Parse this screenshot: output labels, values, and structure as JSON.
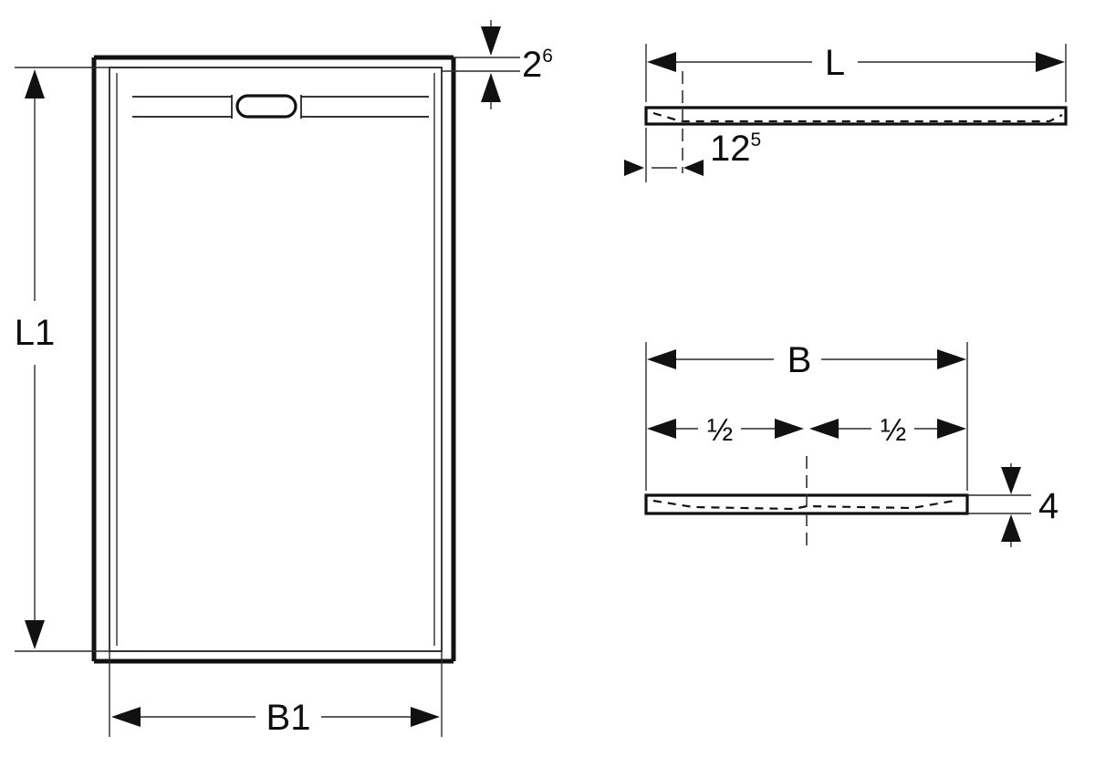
{
  "drawing": {
    "title": "Shower tray technical dimension drawing",
    "background_color": "#ffffff",
    "line_color": "#111111",
    "views": [
      {
        "id": "plan-view",
        "name": "top-plan-view",
        "labels": [
          "L1",
          "B1",
          "2",
          "6"
        ]
      },
      {
        "id": "side-elevation",
        "name": "side-elevation-view",
        "labels": [
          "L",
          "12",
          "5"
        ]
      },
      {
        "id": "front-elevation",
        "name": "front-elevation-view",
        "labels": [
          "B",
          "½",
          "½",
          "4"
        ]
      }
    ]
  },
  "dimensions": {
    "plan_height": "L1",
    "plan_width": "B1",
    "rim_height_value": "2",
    "rim_height_sup": "6",
    "side_length": "L",
    "drain_offset_value": "12",
    "drain_offset_sup": "5",
    "front_width": "B",
    "half_left": "½",
    "half_right": "½",
    "thickness": "4"
  },
  "icons": {
    "drain_cover": "drain-slot-icon",
    "arrow_left": "arrow-left-icon",
    "arrow_right": "arrow-right-icon",
    "arrow_up": "arrow-up-icon",
    "arrow_down": "arrow-down-icon"
  }
}
